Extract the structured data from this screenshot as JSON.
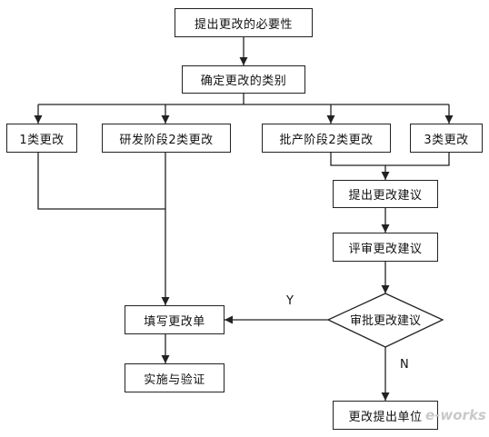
{
  "nodes": {
    "necessity": "提出更改的必要性",
    "category": "确定更改的类别",
    "class1": "1类更改",
    "rd_class2": "研发阶段2类更改",
    "batch_class2": "批产阶段2类更改",
    "class3": "3类更改",
    "propose": "提出更改建议",
    "review": "评审更改建议",
    "approve": "审批更改建议",
    "fill_form": "填写更改单",
    "implement": "实施与验证",
    "submitter": "更改提出单位"
  },
  "edge_labels": {
    "yes": "Y",
    "no": "N"
  },
  "watermark": "e-works"
}
